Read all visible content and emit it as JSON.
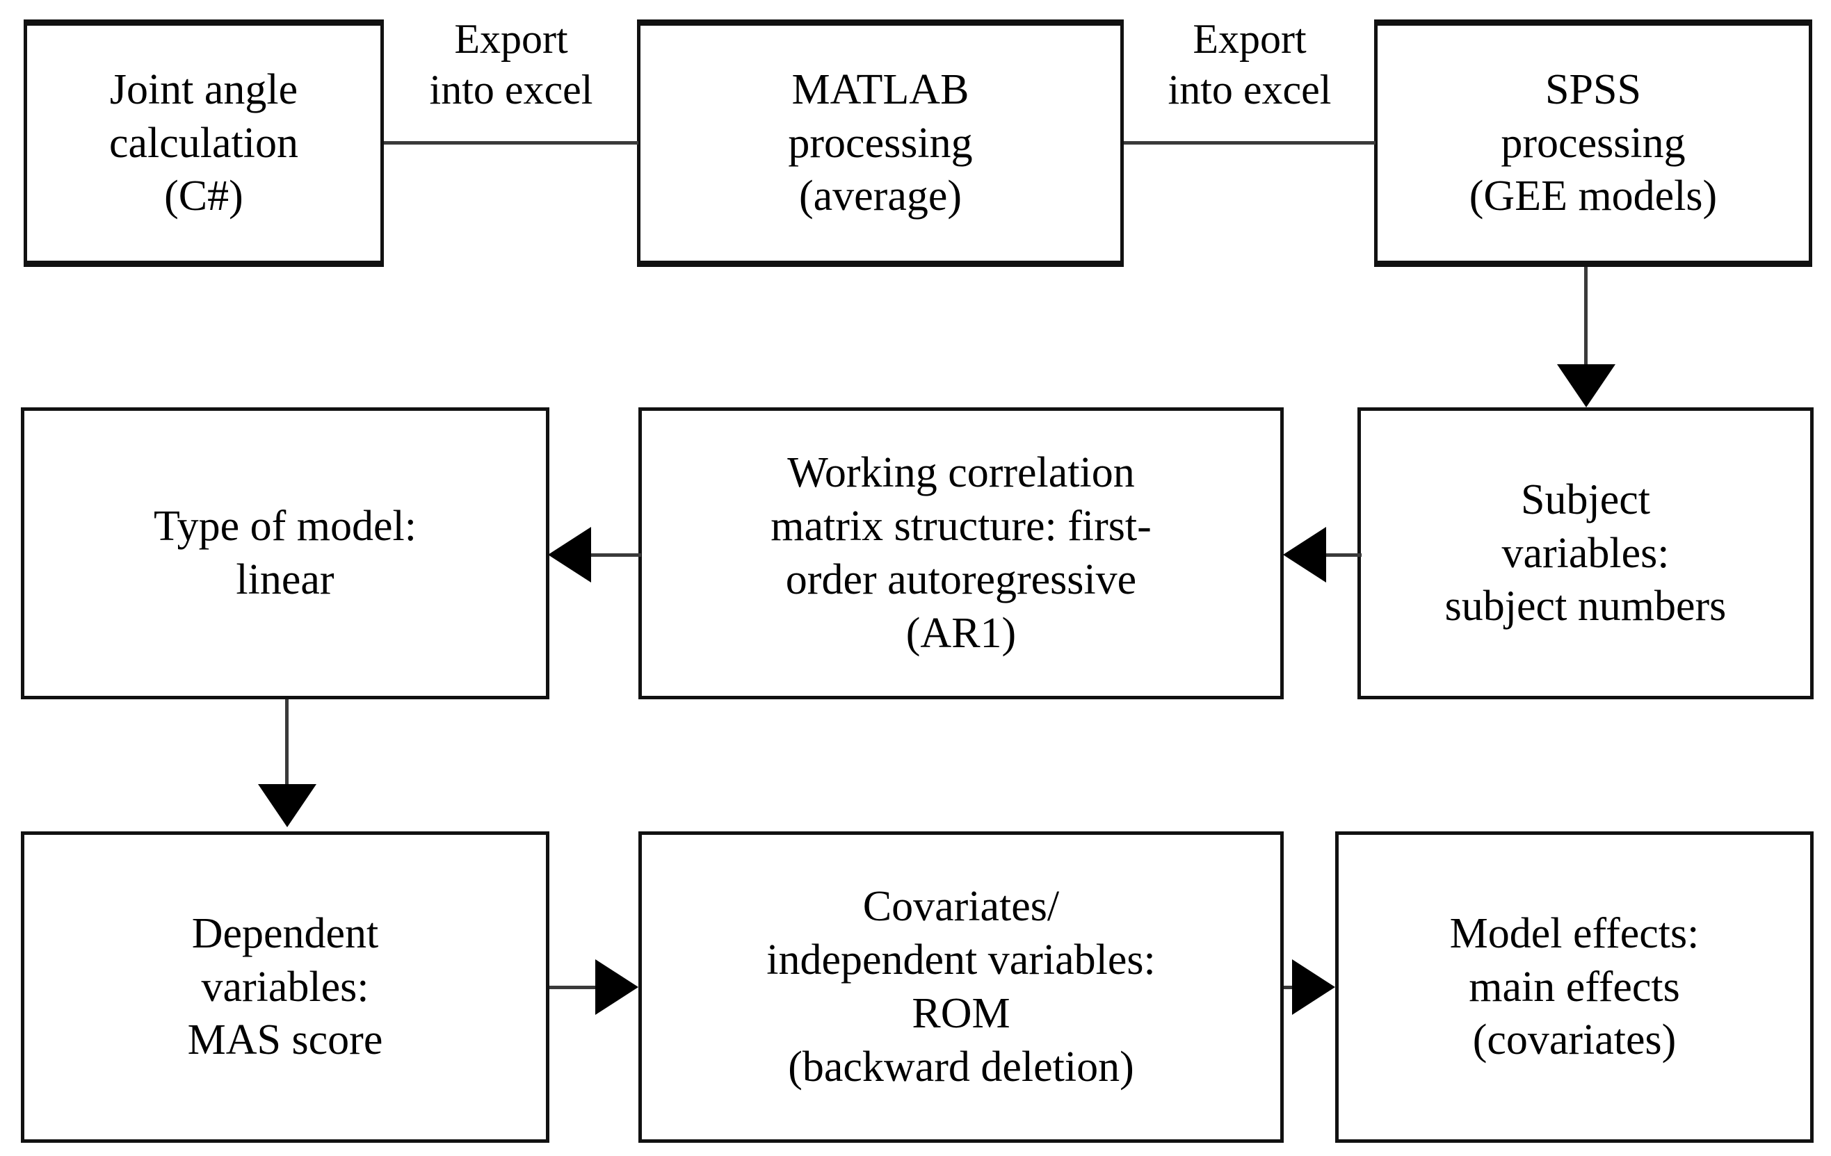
{
  "diagram": {
    "title": "GEE statistical analysis workflow flowchart",
    "colors": {
      "box_border": "#111111",
      "connector": "#3a3a3a",
      "arrowhead": "#000000",
      "background": "#ffffff",
      "text": "#000000"
    },
    "nodes": [
      {
        "id": "joint-angle-calculation",
        "label": "Joint angle\ncalculation\n(C#)",
        "row": 1,
        "column": 1
      },
      {
        "id": "matlab-processing",
        "label": "MATLAB\nprocessing\n(average)",
        "row": 1,
        "column": 2
      },
      {
        "id": "spss-processing",
        "label": "SPSS\nprocessing\n(GEE models)",
        "row": 1,
        "column": 3
      },
      {
        "id": "type-of-model",
        "label": "Type of model:\nlinear",
        "row": 2,
        "column": 1
      },
      {
        "id": "working-correlation-matrix",
        "label": "Working correlation\nmatrix structure: first-\norder autoregressive\n(AR1)",
        "row": 2,
        "column": 2
      },
      {
        "id": "subject-variables",
        "label": "Subject\nvariables:\nsubject numbers",
        "row": 2,
        "column": 3
      },
      {
        "id": "dependent-variables",
        "label": "Dependent\nvariables:\nMAS score",
        "row": 3,
        "column": 1
      },
      {
        "id": "covariates-independent-variables",
        "label": "Covariates/\nindependent variables:\nROM\n(backward deletion)",
        "row": 3,
        "column": 2
      },
      {
        "id": "model-effects",
        "label": "Model effects:\nmain effects\n(covariates)",
        "row": 3,
        "column": 3
      }
    ],
    "edges": [
      {
        "id": "joint-angle-to-matlab",
        "from": "joint-angle-calculation",
        "to": "matlab-processing",
        "label": "Export\ninto excel",
        "arrowhead": "none",
        "direction": "right"
      },
      {
        "id": "matlab-to-spss",
        "from": "matlab-processing",
        "to": "spss-processing",
        "label": "Export\ninto excel",
        "arrowhead": "none",
        "direction": "right"
      },
      {
        "id": "spss-to-subject-variables",
        "from": "spss-processing",
        "to": "subject-variables",
        "label": "",
        "arrowhead": "down",
        "direction": "down"
      },
      {
        "id": "subject-variables-to-working-correlation",
        "from": "subject-variables",
        "to": "working-correlation-matrix",
        "label": "",
        "arrowhead": "left",
        "direction": "left"
      },
      {
        "id": "working-correlation-to-type-of-model",
        "from": "working-correlation-matrix",
        "to": "type-of-model",
        "label": "",
        "arrowhead": "left",
        "direction": "left"
      },
      {
        "id": "type-of-model-to-dependent-variables",
        "from": "type-of-model",
        "to": "dependent-variables",
        "label": "",
        "arrowhead": "down",
        "direction": "down"
      },
      {
        "id": "dependent-variables-to-covariates",
        "from": "dependent-variables",
        "to": "covariates-independent-variables",
        "label": "",
        "arrowhead": "right",
        "direction": "right"
      },
      {
        "id": "covariates-to-model-effects",
        "from": "covariates-independent-variables",
        "to": "model-effects",
        "label": "",
        "arrowhead": "right",
        "direction": "right"
      }
    ],
    "edge_labels": {
      "export_excel_1": "Export\ninto excel",
      "export_excel_2": "Export\ninto excel"
    }
  }
}
